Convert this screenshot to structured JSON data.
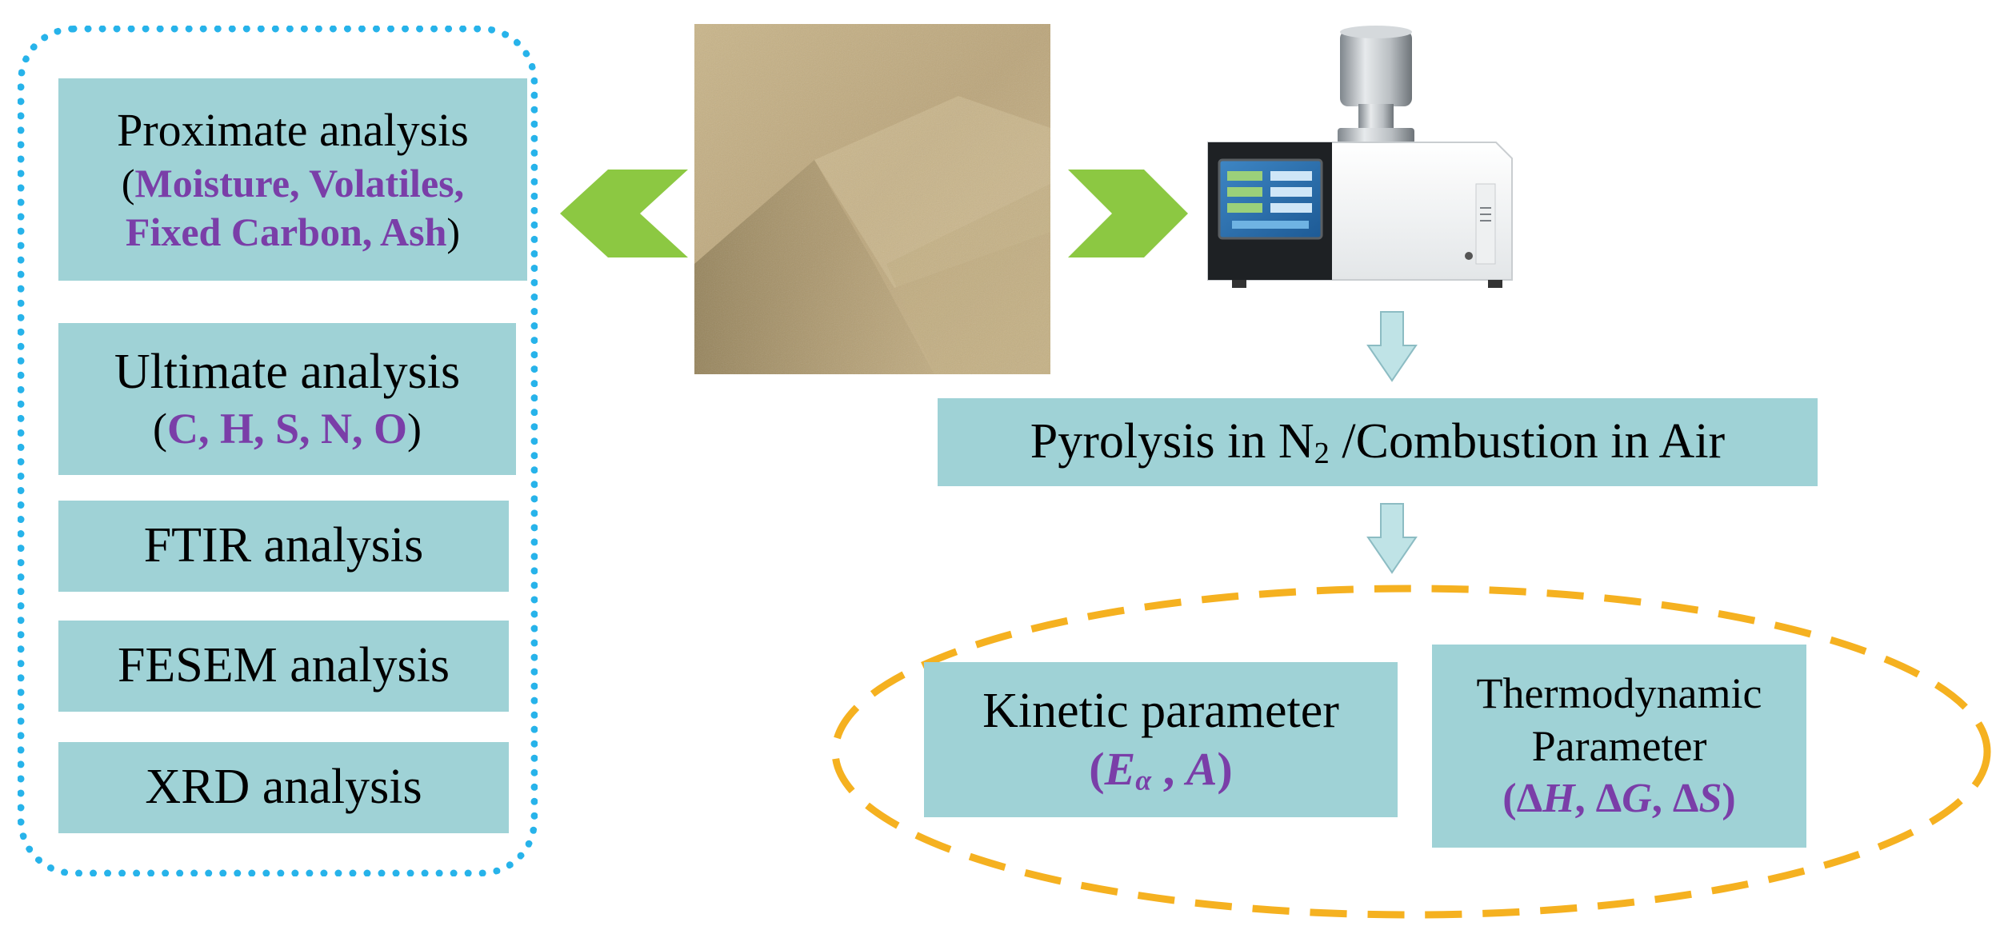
{
  "colors": {
    "box_fill": "#9fd2d6",
    "accent_text": "#7a3ea8",
    "dotted_border": "#27b3ea",
    "dashed_ellipse": "#f5b120",
    "chevron": "#8cc842",
    "down_arrow": "#bfe3e6"
  },
  "icons": {
    "left_chevron": "green-chevron-left-icon",
    "right_chevron": "green-chevron-right-icon",
    "down_arrow": "light-blue-down-arrow-icon",
    "instrument": "thermogravimetric-analyzer-icon",
    "sample": "biomass-powder-photo"
  },
  "left_panel": {
    "proximate": {
      "title": "Proximate analysis",
      "open_paren": "(",
      "line1": "Moisture, Volatiles,",
      "line2": "Fixed Carbon, Ash",
      "close_paren": ")"
    },
    "ultimate": {
      "title": "Ultimate analysis",
      "open_paren": "(",
      "elements": "C, H, S, N, O",
      "close_paren": ")"
    },
    "ftir": "FTIR analysis",
    "fesem": "FESEM analysis",
    "xrd": "XRD analysis"
  },
  "process": {
    "prefix": "Pyrolysis in N",
    "sub": "2",
    "suffix": " /Combustion in Air"
  },
  "kinetic": {
    "title": "Kinetic parameter",
    "open": "(",
    "e": "E",
    "e_sub": "α",
    "sep": " , ",
    "a": "A",
    "close": ")"
  },
  "thermo": {
    "line1": "Thermodynamic",
    "line2": "Parameter",
    "open": "(",
    "d1": "Δ",
    "v1": "H",
    "sep1": ", ",
    "d2": "Δ",
    "v2": "G",
    "sep2": ", ",
    "d3": "Δ",
    "v3": "S",
    "close": ")"
  }
}
